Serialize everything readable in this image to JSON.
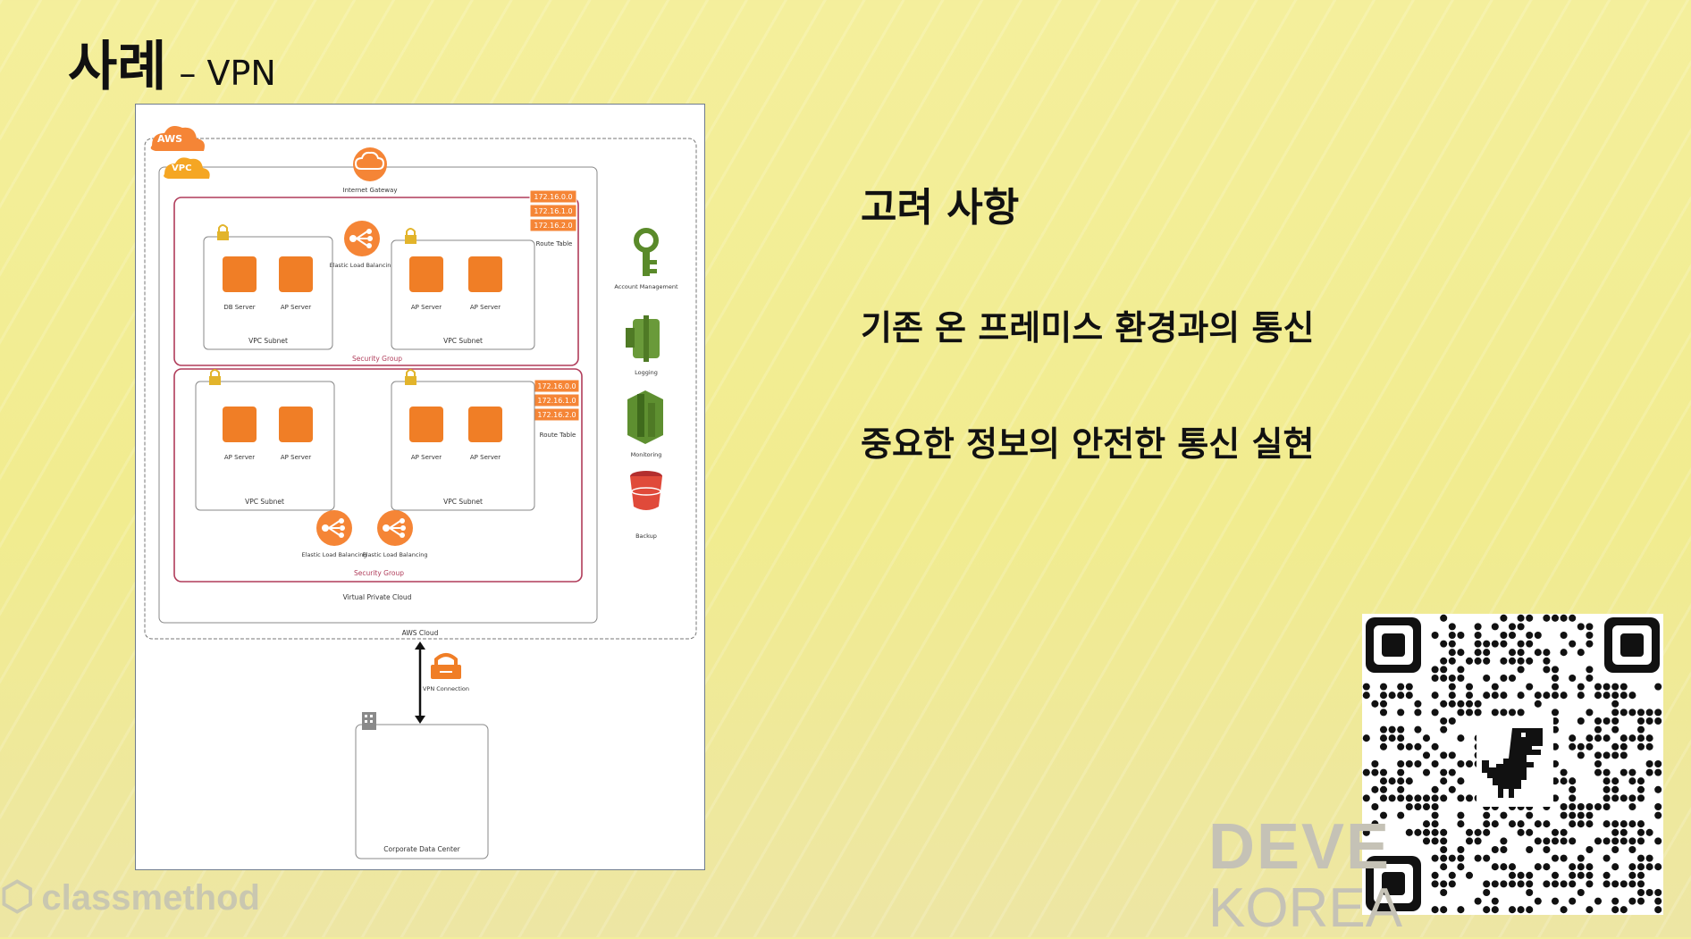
{
  "slide": {
    "title": "사례",
    "subtitle": "– VPN"
  },
  "considerations": {
    "heading": "고려 사항",
    "items": [
      "기존 온 프레미스 환경과의 통신",
      "중요한 정보의 안전한 통신 실현"
    ]
  },
  "diagram": {
    "badges": {
      "aws": "AWS",
      "vpc": "VPC"
    },
    "internet_gateway": "Internet Gateway",
    "route_table_label": "Route Table",
    "cidr_top": [
      "172.16.0.0",
      "172.16.1.0",
      "172.16.2.0"
    ],
    "cidr_bottom": [
      "172.16.0.0",
      "172.16.1.0",
      "172.16.2.0"
    ],
    "security_group": "Security Group",
    "vpc_subnet": "VPC Subnet",
    "db_server": "DB Server",
    "ap_server": "AP Server",
    "elb": "Elastic Load Balancing",
    "side_services": [
      "Account Management",
      "Logging",
      "Monitoring",
      "Backup"
    ],
    "virtual_private_cloud": "Virtual Private Cloud",
    "aws_cloud": "AWS Cloud",
    "vpn_connection": "VPN Connection",
    "corporate_data_center": "Corporate Data Center",
    "colors": {
      "aws_orange": "#f58536",
      "group_border": "#b03c5a",
      "server_orange": "#f07e26"
    }
  },
  "branding": {
    "logo_text": "classmethod",
    "logo_icon": "cube-logo-icon",
    "event_line1": "DEVE",
    "event_line2": "KOREA"
  },
  "qr": {
    "center_icon": "dinosaur-icon"
  }
}
